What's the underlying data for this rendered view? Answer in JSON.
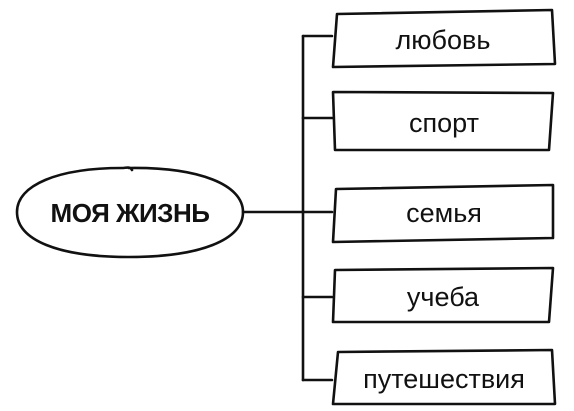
{
  "center": {
    "label": "МОЯ ЖИЗНЬ"
  },
  "branches": [
    {
      "label": "любовь"
    },
    {
      "label": "спорт"
    },
    {
      "label": "семья"
    },
    {
      "label": "учеба"
    },
    {
      "label": "путешествия"
    }
  ],
  "colors": {
    "ink": "#111111",
    "background": "#ffffff"
  }
}
